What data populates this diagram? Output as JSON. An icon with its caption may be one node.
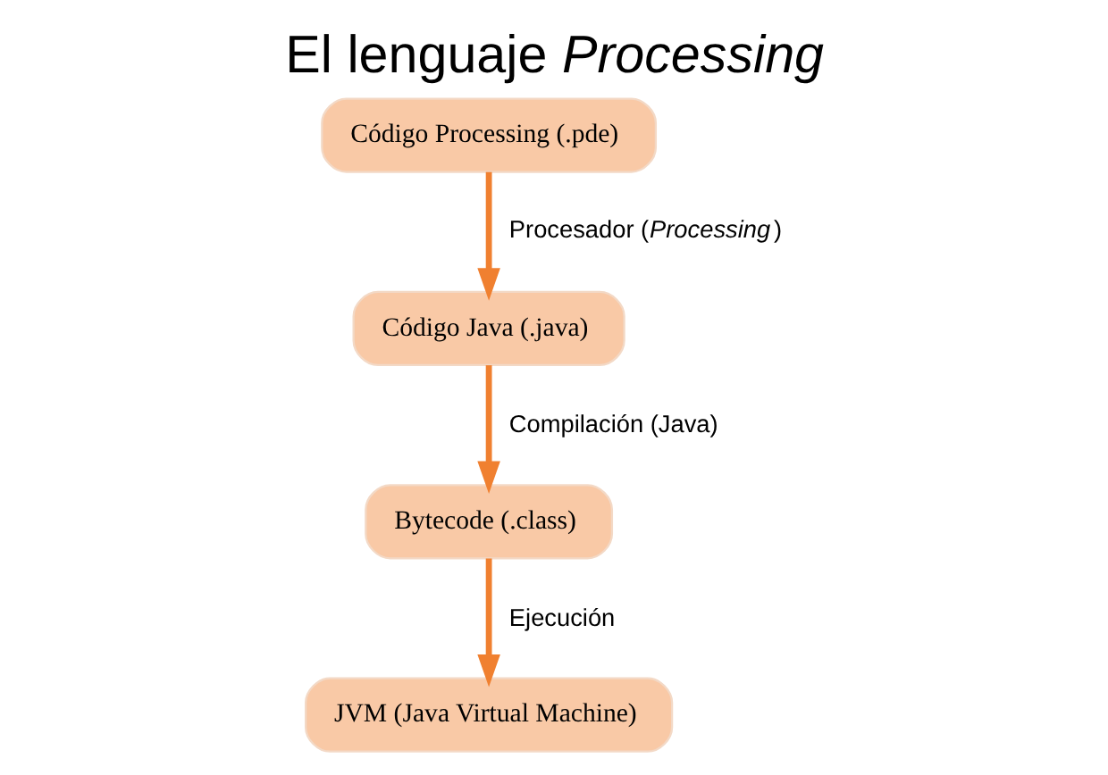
{
  "diagram": {
    "title": "El lenguaje *Processing*",
    "nodes": [
      {
        "text": [
          "Código Processing (.pde)"
        ]
      },
      {
        "text": [
          "Código Java (.java)"
        ]
      },
      {
        "text": [
          "Bytecode (.class)"
        ]
      },
      {
        "text": [
          "JVM (Java Virtual Machine)"
        ]
      }
    ],
    "edges": [
      {
        "from": 0,
        "to": 1,
        "arrow": "to",
        "label": "Procesador (*Processing*)"
      },
      {
        "from": 1,
        "to": 2,
        "arrow": "to",
        "label": "Compilación (Java)"
      },
      {
        "from": 2,
        "to": 3,
        "arrow": "to",
        "label": "Ejecución"
      }
    ]
  }
}
